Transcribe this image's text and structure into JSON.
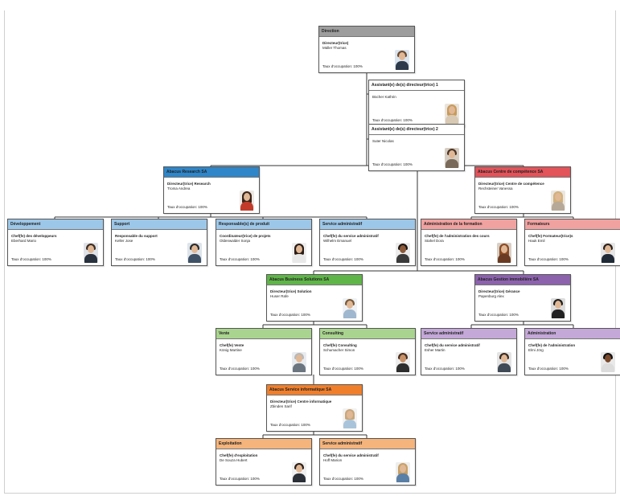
{
  "colors": {
    "gray": "#9d9d9d",
    "blue": "#2f86c8",
    "light_blue": "#9dc7e8",
    "red": "#e2535a",
    "light_red": "#f0a2a0",
    "green": "#5fb548",
    "light_green": "#a9d48f",
    "purple": "#8c62ad",
    "light_purple": "#c4a8d8",
    "orange": "#f07f2c",
    "light_orange": "#f5b47c"
  },
  "nodes": {
    "direction": {
      "header": "Direction",
      "role": "Directeur(trice)",
      "person": "Müller Thomas",
      "occupation": "Taux d'occupation: 100%",
      "photo": "man-suit-photo"
    },
    "assistant1": {
      "header": "Assistant(e) de(s) directeur(trice) 1",
      "role": "",
      "person": "Bücher Kathrin",
      "occupation": "Taux d'occupation: 100%",
      "photo": "woman-blonde-photo"
    },
    "assistant2": {
      "header": "Assistant(e) de(s) directeur(trice) 2",
      "role": "",
      "person": "Suter Nicolas",
      "occupation": "Taux d'occupation: 100%",
      "photo": "man-casual-photo"
    },
    "research": {
      "header": "Abacus Research SA",
      "role": "Directeur(trice) Research",
      "person": "Troma Andrea",
      "occupation": "Taux d'occupation: 100%",
      "photo": "woman-dark-photo"
    },
    "competence": {
      "header": "Abacus Centre de compétence SA",
      "role": "Directeur(trice) Centre de compétence",
      "person": "Rechsteiner Vanessa",
      "occupation": "Taux d'occupation: 100%",
      "photo": "woman-blonde-photo"
    },
    "dev": {
      "header": "Développement",
      "role": "Chef(fe) des développeurs",
      "person": "Eberhard Mario",
      "occupation": "Taux d'occupation: 100%",
      "photo": "man-suit-photo"
    },
    "support": {
      "header": "Support",
      "role": "Responsable du support",
      "person": "Keller Jose",
      "occupation": "Taux d'occupation: 100%",
      "photo": "man-suit-photo"
    },
    "product": {
      "header": "Responsable(s) de produit",
      "role": "Coordinateur(trice) de projets",
      "person": "Oldenwalder Sonja",
      "occupation": "Taux d'occupation: 100%",
      "photo": "woman-dark-photo"
    },
    "admin1": {
      "header": "Service administratif",
      "role": "Chef(fe) du service administratif",
      "person": "Wilhelm Emanuel",
      "occupation": "Taux d'occupation: 100%",
      "photo": "man-dark-photo"
    },
    "training": {
      "header": "Administration de la formation",
      "role": "Chef(fe) de l'administration des cours",
      "person": "Stahel Dora",
      "occupation": "Taux d'occupation: 100%",
      "photo": "woman-red-photo"
    },
    "trainers": {
      "header": "Formateurs",
      "role": "Chef(fe) Formateur(trice)s",
      "person": "Hauk Emil",
      "occupation": "Taux d'occupation: 100%",
      "photo": "man-suit-photo"
    },
    "business": {
      "header": "Abacus Business Solutions SA",
      "role": "Directeur(trice) Solution",
      "person": "Huser Rafe",
      "occupation": "Taux d'occupation: 100%",
      "photo": "man-light-photo"
    },
    "gestion": {
      "header": "Abacus Gestion immobilière SA",
      "role": "Directeur(trice) Gérance",
      "person": "Papenburg Alex",
      "occupation": "Taux d'occupation: 100%",
      "photo": "man-suit-photo"
    },
    "vente": {
      "header": "Vente",
      "role": "Chef(fe) Vente",
      "person": "König Martine",
      "occupation": "Taux d'occupation: 100%",
      "photo": "man-gray-photo"
    },
    "consulting": {
      "header": "Consulting",
      "role": "Chef(fe) Consulting",
      "person": "Schumacher Simon",
      "occupation": "Taux d'occupation: 100%",
      "photo": "man-beard-photo"
    },
    "admin2": {
      "header": "Service administratif",
      "role": "Chef(fe) du service administratif",
      "person": "Esher Martin",
      "occupation": "Taux d'occupation: 100%",
      "photo": "man-suit-photo"
    },
    "administration": {
      "header": "Administration",
      "role": "Chef(fe) de l'administration",
      "person": "Elmi Jörg",
      "occupation": "Taux d'occupation: 100%",
      "photo": "man-dark-photo"
    },
    "informatique": {
      "header": "Abacus Service informatique SA",
      "role": "Directeur(trice) Centre informatique",
      "person": "Zbinden Sarif",
      "occupation": "Taux d'occupation: 100%",
      "photo": "woman-light-photo"
    },
    "exploitation": {
      "header": "Exploitation",
      "role": "Chef(fe) d'exploitation",
      "person": "De Souza Hubert",
      "occupation": "Taux d'occupation: 100%",
      "photo": "man-suit-photo"
    },
    "admin3": {
      "header": "Service administratif",
      "role": "Chef(fe) du service administratif",
      "person": "Hoff Marion",
      "occupation": "Taux d'occupation: 100%",
      "photo": "woman-blonde-photo"
    }
  }
}
